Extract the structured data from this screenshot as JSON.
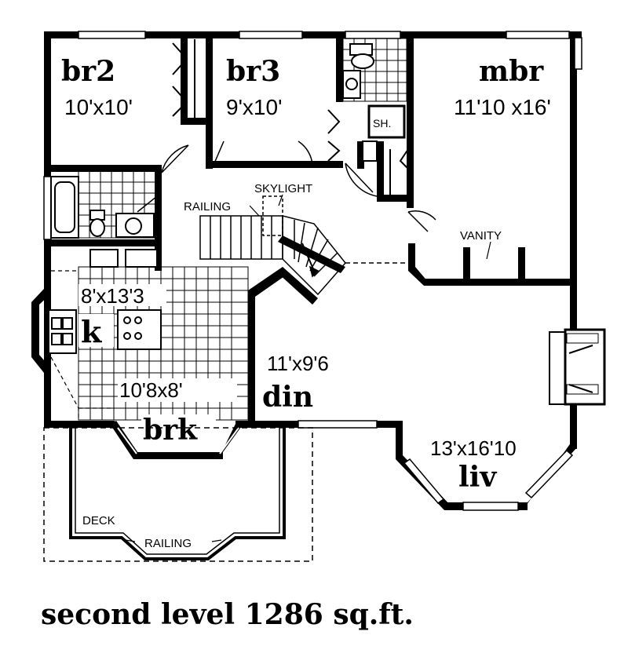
{
  "rooms": {
    "br2": {
      "name": "br2",
      "size": "10'x10'"
    },
    "br3": {
      "name": "br3",
      "size": "9'x10'"
    },
    "mbr": {
      "name": "mbr",
      "size": "11'10 x16'"
    },
    "kitchen": {
      "name": "k",
      "size": "8'x13'3"
    },
    "breakfast": {
      "name": "brk",
      "size": "10'8x8'"
    },
    "dining": {
      "name": "din",
      "size": "11'x9'6"
    },
    "living": {
      "name": "liv",
      "size": "13'x16'10"
    }
  },
  "labels": {
    "skylight": "SKYLIGHT",
    "railing_upper": "RAILING",
    "vanity": "VANITY",
    "shower": "SH.",
    "deck": "DECK",
    "railing_deck": "RAILING"
  },
  "caption": "second level 1286 sq.ft."
}
